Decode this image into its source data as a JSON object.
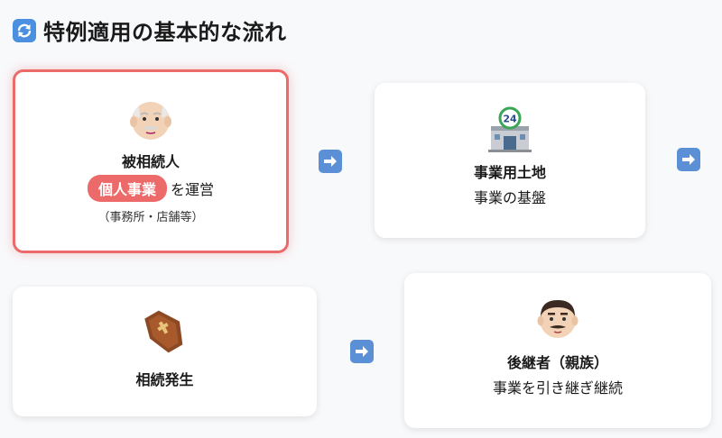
{
  "title": {
    "icon": "refresh-icon",
    "text": "特例適用の基本的な流れ"
  },
  "cards": {
    "decedent": {
      "icon": "older-man-icon",
      "title": "被相続人",
      "pill": "個人事業",
      "sub_suffix": "を運営",
      "note": "（事務所・店舗等）",
      "accent": "#ec6a6a"
    },
    "business_land": {
      "icon": "convenience-store-icon",
      "title": "事業用土地",
      "sub": "事業の基盤"
    },
    "inheritance": {
      "icon": "coffin-icon",
      "title": "相続発生"
    },
    "successor": {
      "icon": "man-icon",
      "title": "後継者（親族）",
      "sub": "事業を引き継ぎ継続"
    }
  },
  "arrows": [
    "right-arrow-icon",
    "right-arrow-icon",
    "right-arrow-icon"
  ]
}
